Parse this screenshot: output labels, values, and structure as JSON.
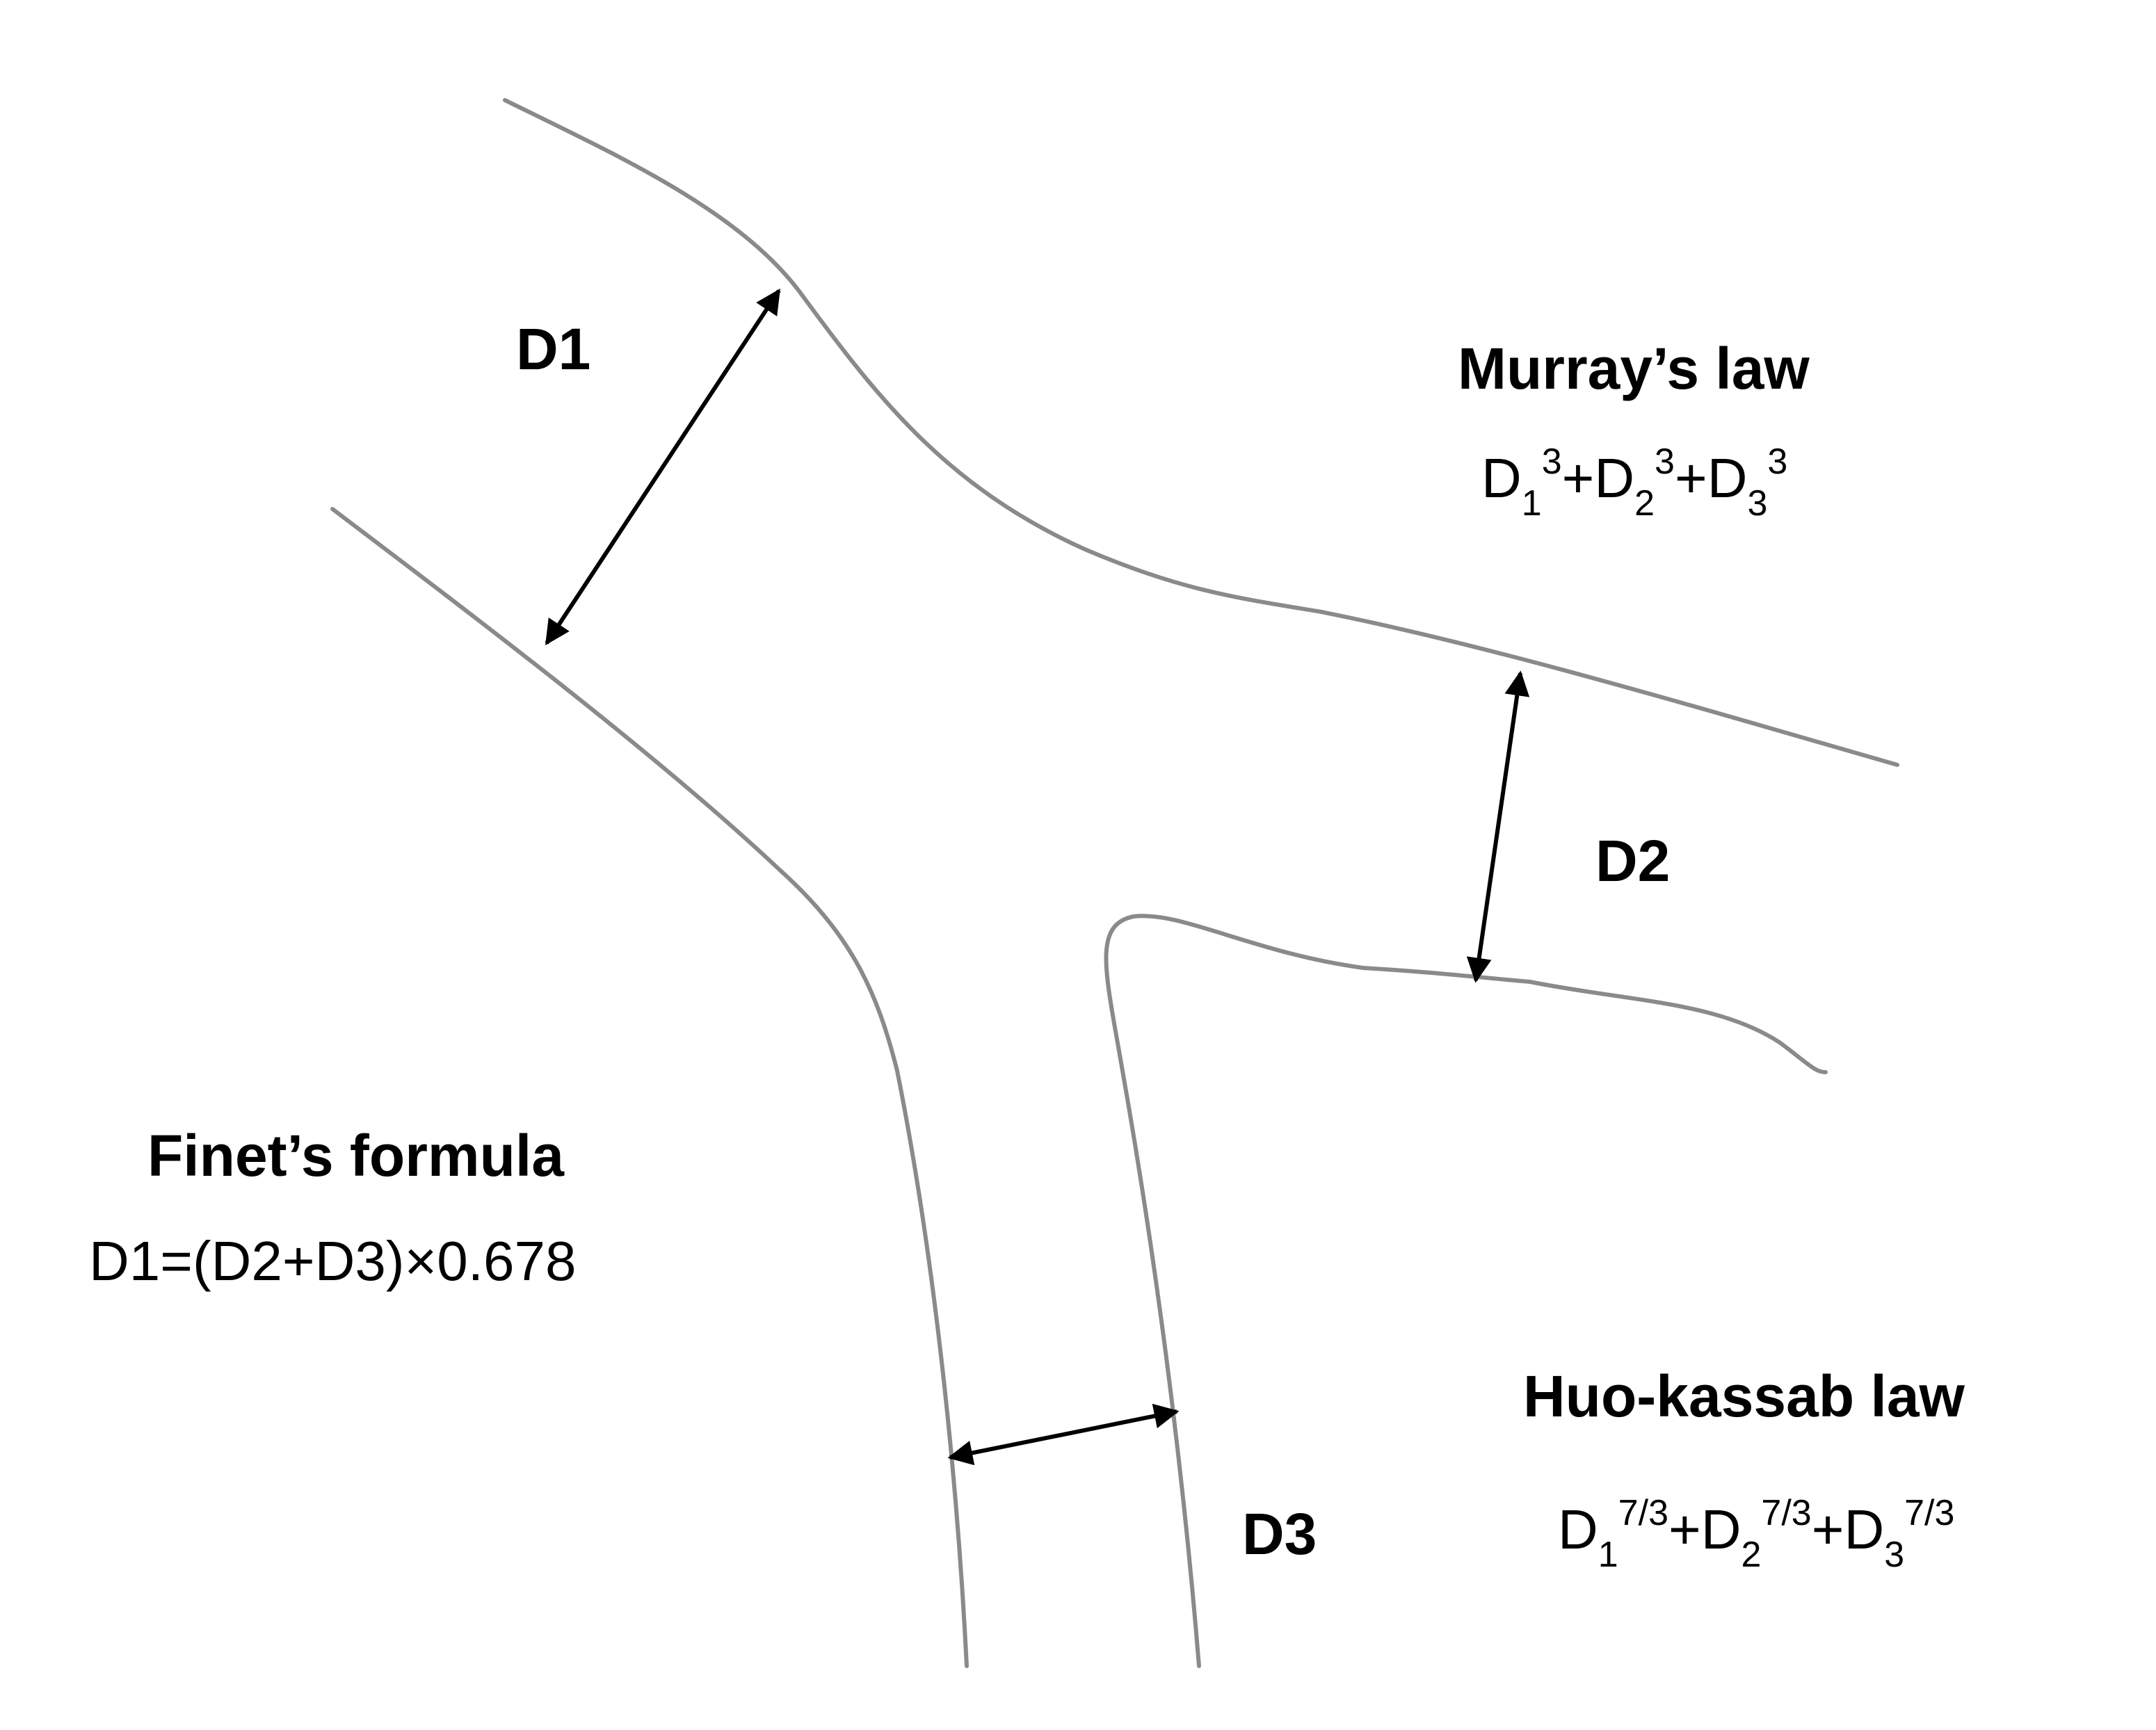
{
  "labels": {
    "d1": "D1",
    "d2": "D2",
    "d3": "D3"
  },
  "murray": {
    "title": "Murray’s law",
    "formula": [
      {
        "base": "D",
        "sub": "1",
        "sup": "3",
        "sep": "+"
      },
      {
        "base": "D",
        "sub": "2",
        "sup": "3",
        "sep": "+"
      },
      {
        "base": "D",
        "sub": "3",
        "sup": "3",
        "sep": ""
      }
    ]
  },
  "finet": {
    "title": "Finet’s formula",
    "formula": "D1=(D2+D3)×0.678"
  },
  "huo": {
    "title": "Huo-kassab law",
    "formula": [
      {
        "base": "D",
        "sub": "1",
        "sup": "7/3",
        "sep": "+"
      },
      {
        "base": "D",
        "sub": "2",
        "sup": "7/3",
        "sep": "+"
      },
      {
        "base": "D",
        "sub": "3",
        "sup": "7/3",
        "sep": ""
      }
    ]
  },
  "colors": {
    "vessel_wall": "#8a8a8a",
    "arrow": "#000000",
    "text": "#000000",
    "background": "#ffffff"
  }
}
